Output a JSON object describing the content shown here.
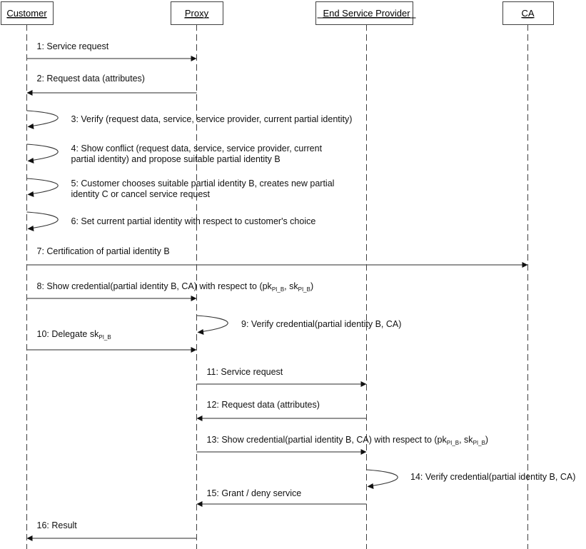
{
  "diagram": {
    "type": "sequence-diagram",
    "participants": [
      {
        "id": "customer",
        "label": "Customer"
      },
      {
        "id": "proxy",
        "label": "Proxy"
      },
      {
        "id": "esp",
        "label": "End Service Provider"
      },
      {
        "id": "ca",
        "label": "CA"
      }
    ],
    "messages": [
      {
        "n": 1,
        "from": "customer",
        "to": "proxy",
        "lines": [
          [
            {
              "t": "1: Service request"
            }
          ]
        ]
      },
      {
        "n": 2,
        "from": "proxy",
        "to": "customer",
        "lines": [
          [
            {
              "t": "2: Request data (attributes)"
            }
          ]
        ]
      },
      {
        "n": 3,
        "from": "customer",
        "to": "customer",
        "lines": [
          [
            {
              "t": "3: Verify (request data, service, service provider, current partial identity)"
            }
          ]
        ]
      },
      {
        "n": 4,
        "from": "customer",
        "to": "customer",
        "lines": [
          [
            {
              "t": "4: Show conflict (request data, service, service provider, current"
            }
          ],
          [
            {
              "t": "partial identity) and propose suitable partial identity B"
            }
          ]
        ]
      },
      {
        "n": 5,
        "from": "customer",
        "to": "customer",
        "lines": [
          [
            {
              "t": "5: Customer chooses suitable partial identity B, creates new partial"
            }
          ],
          [
            {
              "t": "identity C or cancel service request"
            }
          ]
        ]
      },
      {
        "n": 6,
        "from": "customer",
        "to": "customer",
        "lines": [
          [
            {
              "t": "6: Set current partial identity with respect to customer's choice"
            }
          ]
        ]
      },
      {
        "n": 7,
        "from": "customer",
        "to": "ca",
        "lines": [
          [
            {
              "t": "7: Certification of partial identity B"
            }
          ]
        ]
      },
      {
        "n": 8,
        "from": "customer",
        "to": "proxy",
        "lines": [
          [
            {
              "t": "8: Show credential(partial identity B, CA) with respect to (pk"
            },
            {
              "t": "PI_B",
              "sub": true
            },
            {
              "t": ", sk"
            },
            {
              "t": "PI_B",
              "sub": true
            },
            {
              "t": ")"
            }
          ]
        ]
      },
      {
        "n": 9,
        "from": "proxy",
        "to": "proxy",
        "lines": [
          [
            {
              "t": "9: Verify credential(partial identity B, CA)"
            }
          ]
        ]
      },
      {
        "n": 10,
        "from": "customer",
        "to": "proxy",
        "lines": [
          [
            {
              "t": "10: Delegate sk"
            },
            {
              "t": "PI_B",
              "sub": true
            }
          ]
        ]
      },
      {
        "n": 11,
        "from": "proxy",
        "to": "esp",
        "lines": [
          [
            {
              "t": "11: Service request"
            }
          ]
        ]
      },
      {
        "n": 12,
        "from": "esp",
        "to": "proxy",
        "lines": [
          [
            {
              "t": "12: Request data (attributes)"
            }
          ]
        ]
      },
      {
        "n": 13,
        "from": "proxy",
        "to": "esp",
        "lines": [
          [
            {
              "t": "13: Show credential(partial identity B, CA) with respect to (pk"
            },
            {
              "t": "PI_B",
              "sub": true
            },
            {
              "t": ", sk"
            },
            {
              "t": "PI_B",
              "sub": true
            },
            {
              "t": ")"
            }
          ]
        ]
      },
      {
        "n": 14,
        "from": "esp",
        "to": "esp",
        "lines": [
          [
            {
              "t": "14: Verify credential(partial identity B, CA)"
            }
          ]
        ]
      },
      {
        "n": 15,
        "from": "esp",
        "to": "proxy",
        "lines": [
          [
            {
              "t": "15: Grant / deny service"
            }
          ]
        ]
      },
      {
        "n": 16,
        "from": "proxy",
        "to": "customer",
        "lines": [
          [
            {
              "t": "16: Result"
            }
          ]
        ]
      }
    ]
  }
}
